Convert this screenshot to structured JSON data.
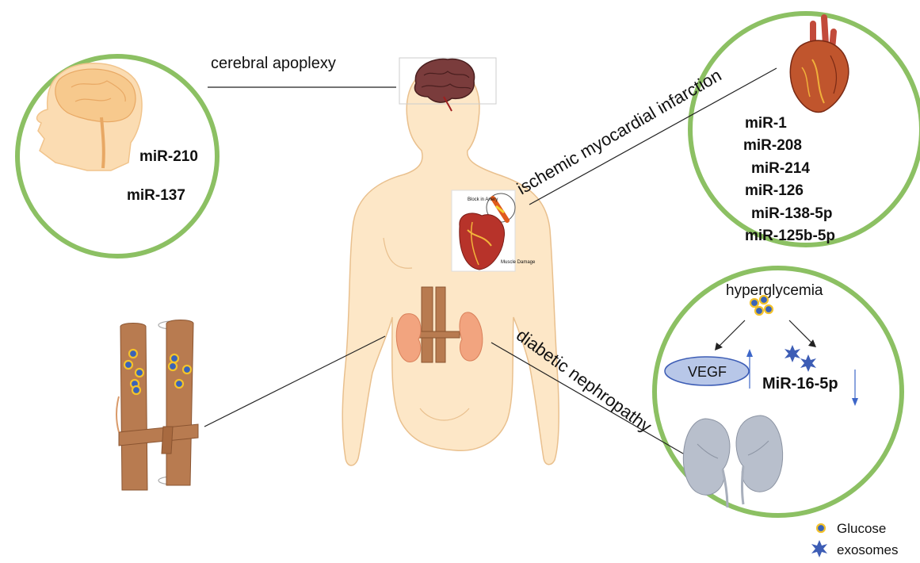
{
  "labels": {
    "cerebral": "cerebral apoplexy",
    "ischemic": "ischemic myocardial infarction",
    "diabetic": "diabetic nephropathy"
  },
  "brain_mirs": [
    "miR-210",
    "miR-137"
  ],
  "heart_mirs": [
    "miR-1",
    "miR-208",
    "miR-214",
    "miR-126",
    "miR-138-5p",
    "miR-125b-5p"
  ],
  "heart_inset": {
    "block_label": "Block in Artery",
    "damage_label": "Muscle Damage"
  },
  "kidney_panel": {
    "title": "hyperglycemia",
    "vegf": "VEGF",
    "mir": "MiR-16-5p"
  },
  "legend": {
    "glucose": "Glucose",
    "exosomes": "exosomes"
  },
  "colors": {
    "circle": "#8cc063",
    "skin": "#fde7c7",
    "skin_stroke": "#e9c08e",
    "vessel": "#b87b50",
    "organ_kidney": "#f2a47f",
    "glucose_fill": "#3a63b8",
    "glucose_ring": "#f3c22b",
    "exosome": "#3d5db5",
    "vegf_fill": "#b8c7e8"
  }
}
